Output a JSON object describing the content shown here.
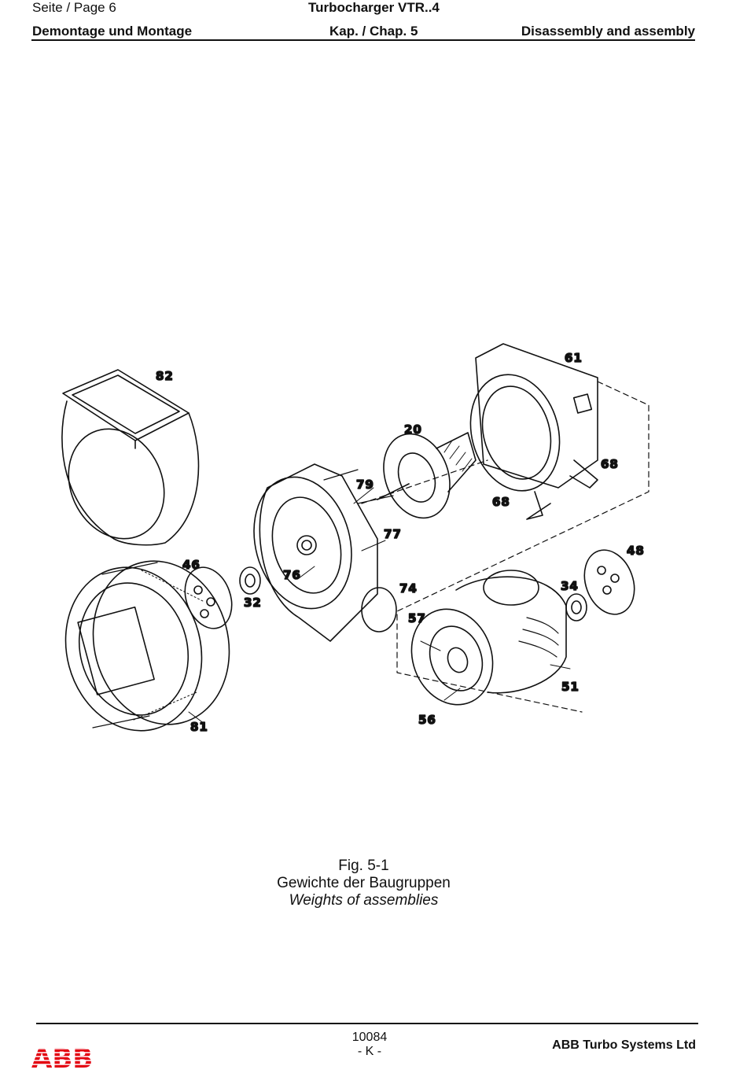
{
  "header": {
    "page_label": "Seite / Page  6",
    "doc_title": "Turbocharger VTR..4",
    "section_de": "Demontage und Montage",
    "chapter": "Kap. / Chap. 5",
    "section_en": "Disassembly and assembly"
  },
  "figure": {
    "part_labels": [
      "82",
      "61",
      "20",
      "68",
      "79",
      "68",
      "77",
      "48",
      "46",
      "76",
      "74",
      "34",
      "32",
      "57",
      "51",
      "81",
      "56"
    ]
  },
  "caption": {
    "number": "Fig. 5-1",
    "title_de": "Gewichte der Baugruppen",
    "title_en": "Weights of assemblies"
  },
  "footer": {
    "logo_text": "ABB",
    "doc_number": "10084",
    "revision": "- K -",
    "company": "ABB Turbo Systems Ltd"
  },
  "colors": {
    "ink": "#111111",
    "logo_red": "#e3000f",
    "paper": "#ffffff"
  }
}
